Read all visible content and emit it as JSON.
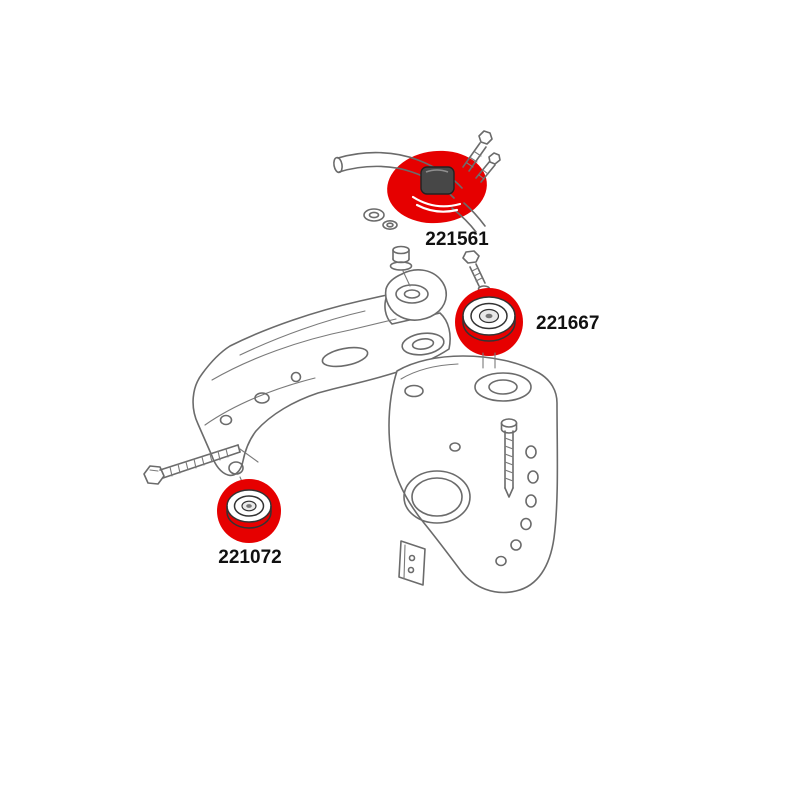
{
  "page": {
    "background_color": "#ffffff"
  },
  "diagram": {
    "highlight_color": "#e60000",
    "line_color": "#6b6b6b",
    "callouts": [
      {
        "part_number": "221561"
      },
      {
        "part_number": "221667"
      },
      {
        "part_number": "221072"
      }
    ]
  }
}
